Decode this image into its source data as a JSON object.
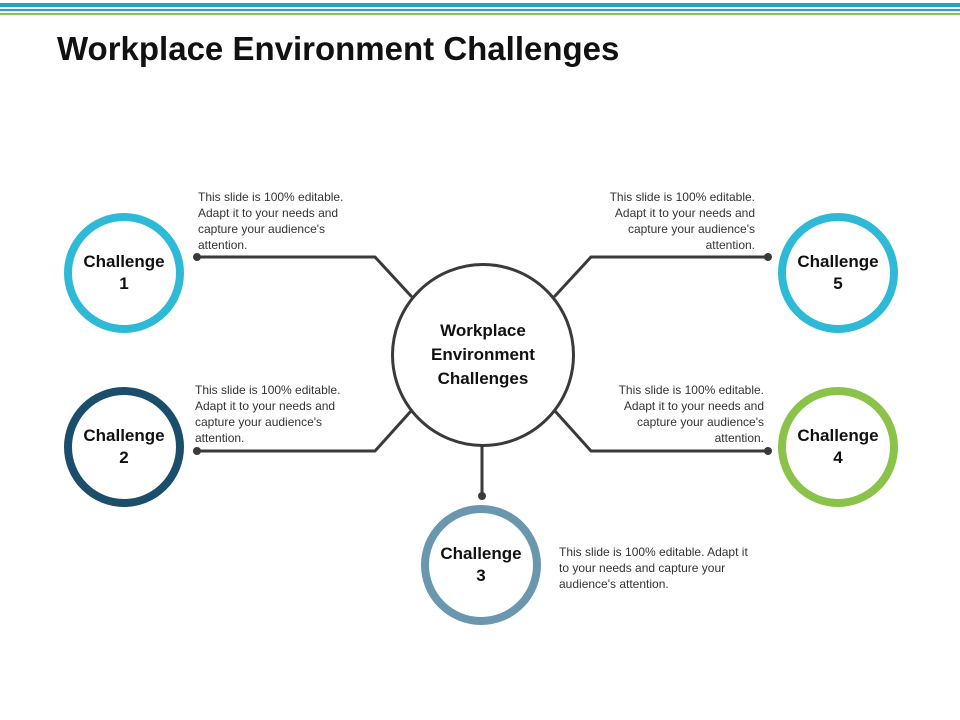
{
  "title": "Workplace Environment Challenges",
  "center": {
    "label": "Workplace\nEnvironment\nChallenges"
  },
  "challenges": [
    {
      "label": "Challenge\n1",
      "desc": "This slide is 100% editable. Adapt it to your needs and capture your audience's attention.",
      "color": "#2EBAD6"
    },
    {
      "label": "Challenge\n2",
      "desc": "This slide is 100% editable. Adapt it to your needs and capture your audience's attention.",
      "color": "#1B4E6B"
    },
    {
      "label": "Challenge\n3",
      "desc": "This slide is 100% editable. Adapt it to your needs and capture your audience's attention.",
      "color": "#6A97AE"
    },
    {
      "label": "Challenge\n4",
      "desc": "This slide is 100% editable. Adapt it to your needs and capture your audience's attention.",
      "color": "#8BC34A"
    },
    {
      "label": "Challenge\n5",
      "desc": "This slide is 100% editable. Adapt it to your needs and capture your audience's attention.",
      "color": "#2EBAD6"
    }
  ],
  "colors": {
    "connector": "#3a3a3a",
    "center_ring": "#3a3a3a",
    "top_bar_teal": "#1FA6C2",
    "top_bar_green": "#8BC34A"
  }
}
